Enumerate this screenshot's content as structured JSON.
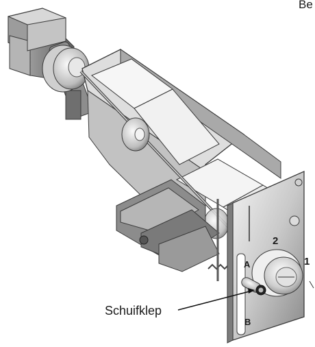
{
  "labels": {
    "top_right_partial": "Be",
    "schuifklep": "Schuifklep"
  },
  "dial": {
    "position_1": "1",
    "position_2": "2"
  },
  "scale": {
    "mark_a": "A",
    "mark_b": "B"
  },
  "colors": {
    "outline": "#3a3a3a",
    "metal_light": "#e6e6e6",
    "metal_mid": "#b9b9b9",
    "metal_dark": "#7b7b7b",
    "filter_face": "#f4f4f4"
  }
}
